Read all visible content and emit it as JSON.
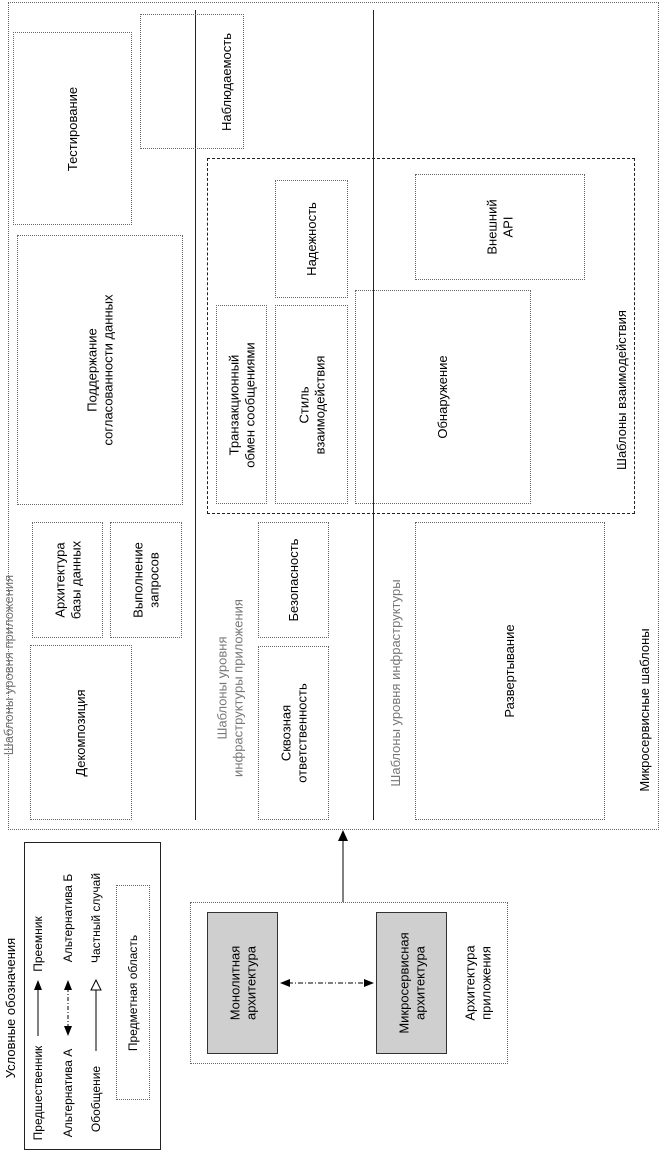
{
  "main": {
    "app_tier_title": "Шаблоны уровня приложения",
    "infra_app_title": "Шаблоны уровня\nинфраструктуры приложения",
    "infra_title": "Шаблоны уровня инфраструктуры",
    "bottom_title": "Микросервисные шаблоны",
    "interaction_title": "Шаблоны взаимодействия"
  },
  "boxes": {
    "testing": "Тестирование",
    "observability": "Наблюдаемость",
    "data_consistency": "Поддержание\nсогласованности данных",
    "reliability": "Надежность",
    "external_api": "Внешний\nAPI",
    "transactional_messaging": "Транзакционный\nобмен сообщениями",
    "communication_style": "Стиль\nвзаимодействия",
    "discovery": "Обнаружение",
    "db_architecture": "Архитектура\nбазы данных",
    "querying": "Выполнение\nзапросов",
    "security": "Безопасность",
    "decomposition": "Декомпозиция",
    "cross_cutting": "Сквозная\nответственность",
    "deployment": "Развертывание"
  },
  "legend": {
    "title": "Условные обозначения",
    "predecessor": "Предшественник",
    "successor": "Преемник",
    "alt_a": "Альтернатива А",
    "alt_b": "Альтернатива Б",
    "generalization": "Обобщение",
    "special_case": "Частный случай",
    "domain": "Предметная область"
  },
  "app_arch": {
    "monolithic": "Монолитная\nархитектура",
    "microservice": "Микросервисная\nархитектура",
    "label": "Архитектура\nприложения"
  }
}
